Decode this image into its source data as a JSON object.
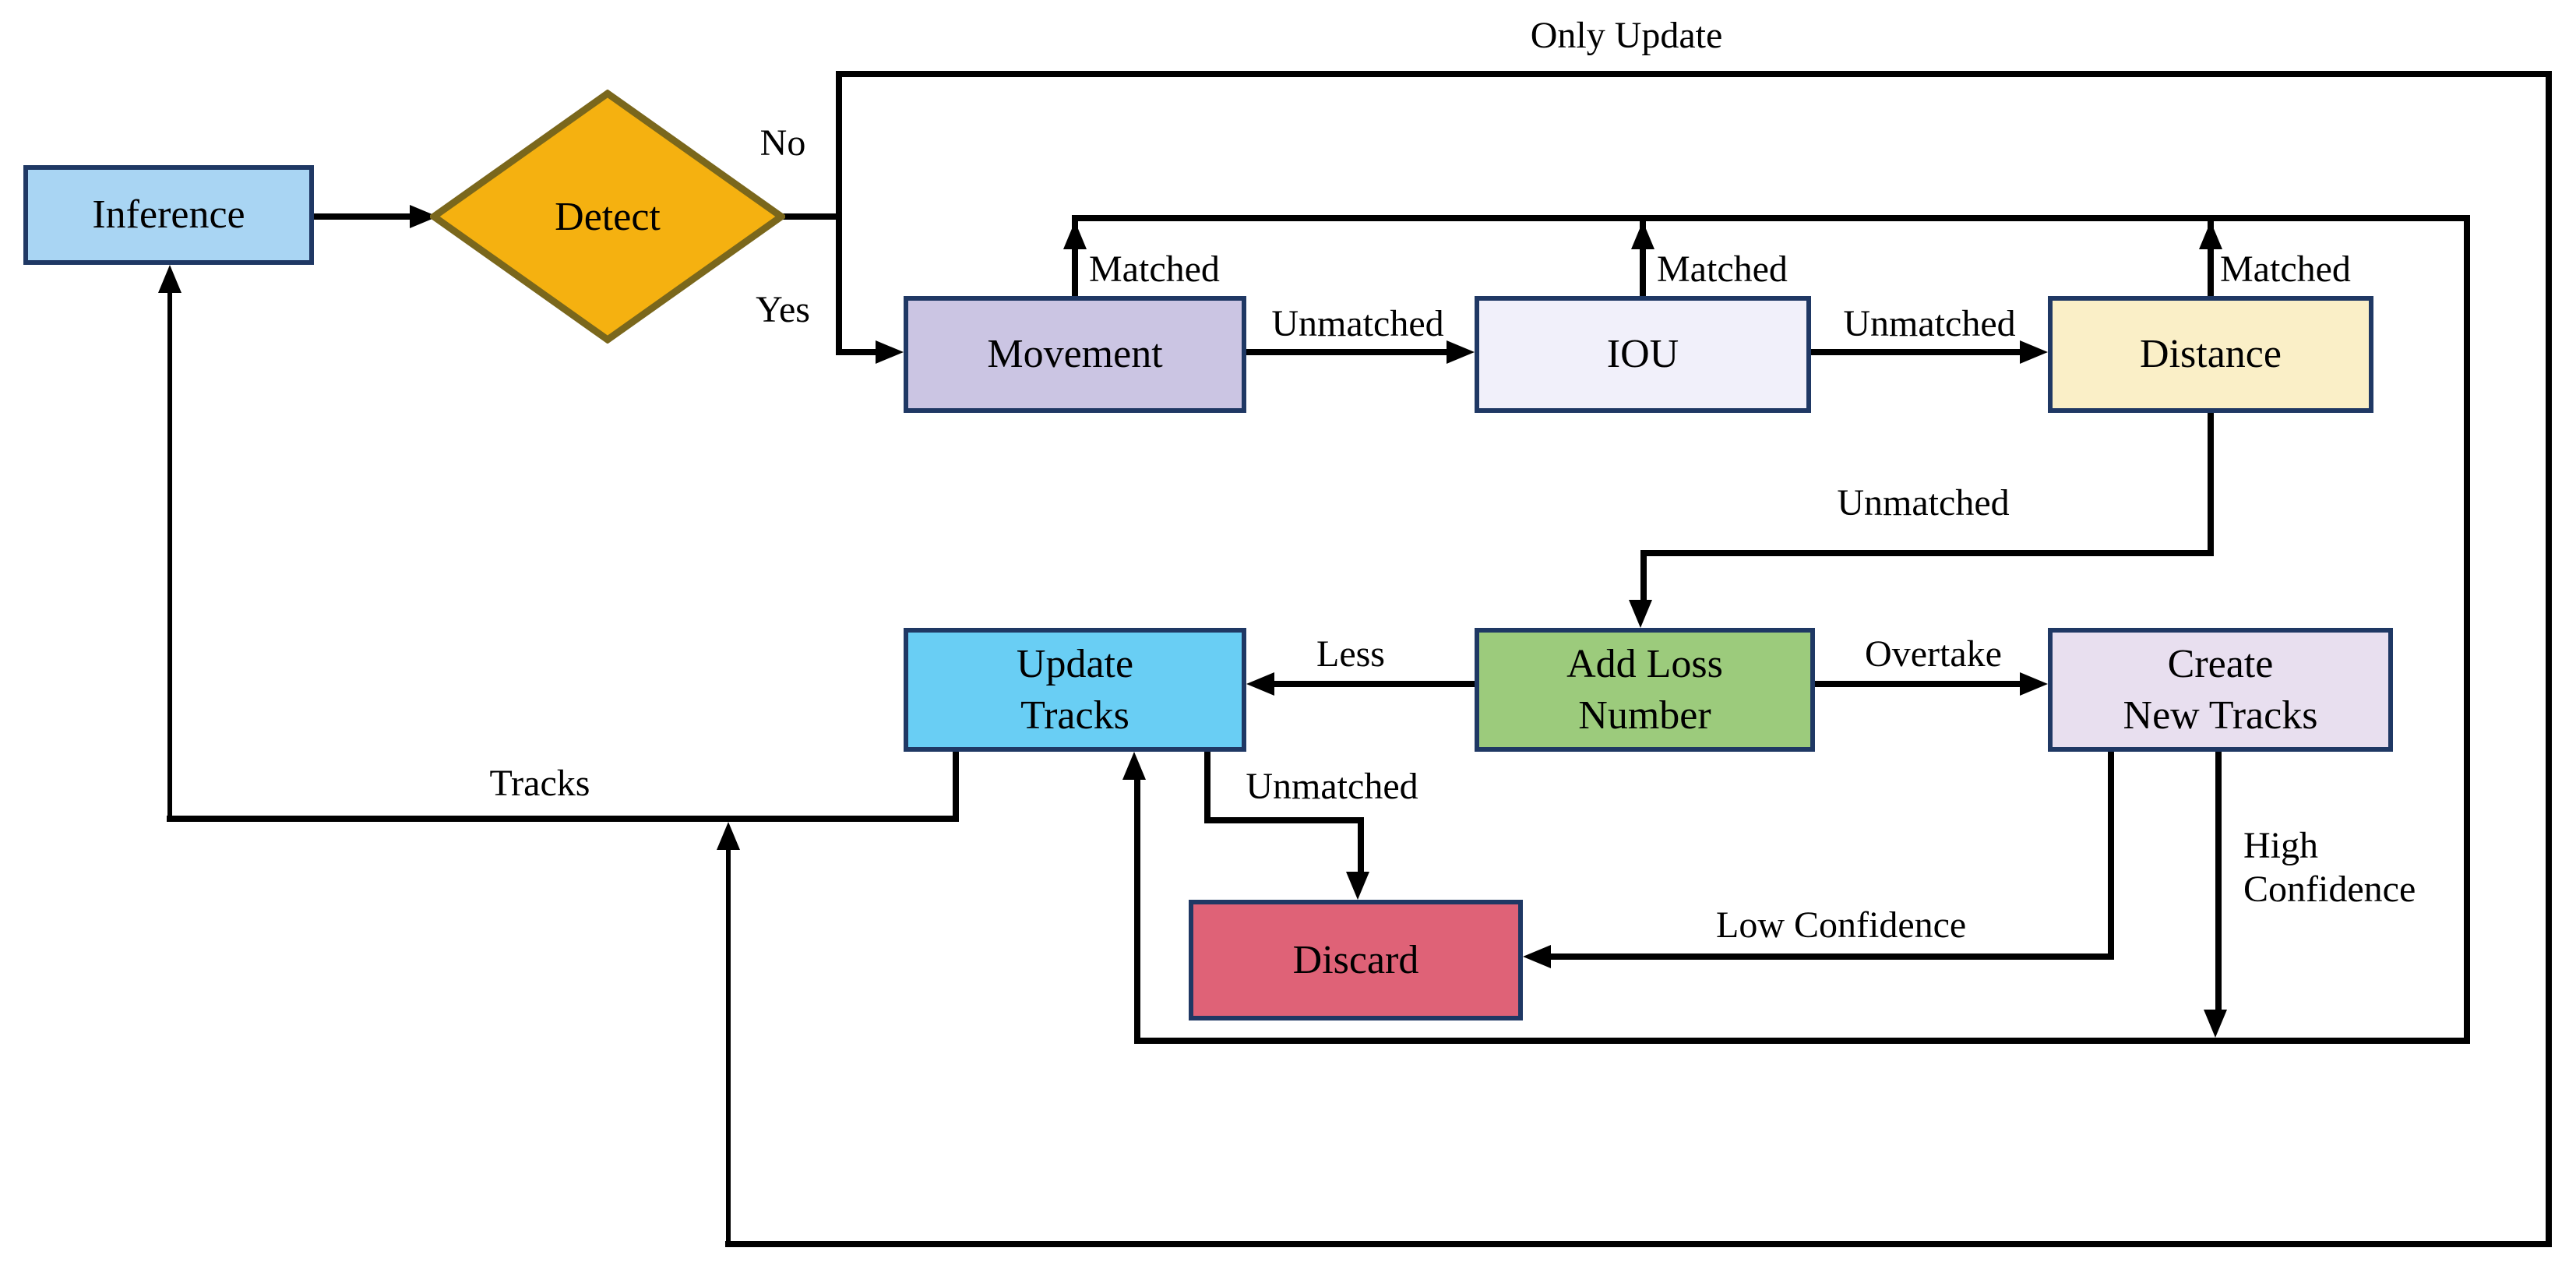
{
  "diagram": {
    "nodes": {
      "inference": {
        "label": "Inference",
        "fill": "#A9D5F3"
      },
      "detect": {
        "label": "Detect",
        "fill": "#F5B110",
        "border": "#7A671C"
      },
      "movement": {
        "label": "Movement",
        "fill": "#CBC5E3"
      },
      "iou": {
        "label": "IOU",
        "fill": "#F1F0FA"
      },
      "distance": {
        "label": "Distance",
        "fill": "#FAEFC7"
      },
      "update_tracks": {
        "line1": "Update",
        "line2": "Tracks",
        "fill": "#69CEF4"
      },
      "add_loss_number": {
        "line1": "Add Loss",
        "line2": "Number",
        "fill": "#9CCB7C"
      },
      "create_new_tracks": {
        "line1": "Create",
        "line2": "New Tracks",
        "fill": "#E8DFEF"
      },
      "discard": {
        "label": "Discard",
        "fill": "#DF6277"
      }
    },
    "edge_labels": {
      "only_update": "Only Update",
      "no": "No",
      "yes": "Yes",
      "matched_movement": "Matched",
      "matched_iou": "Matched",
      "matched_distance": "Matched",
      "unmatched_movement_iou": "Unmatched",
      "unmatched_iou_distance": "Unmatched",
      "unmatched_distance_down": "Unmatched",
      "less": "Less",
      "overtake": "Overtake",
      "unmatched_update_discard": "Unmatched",
      "low_confidence": "Low Confidence",
      "high_confidence_line1": "High",
      "high_confidence_line2": "Confidence",
      "tracks": "Tracks"
    },
    "colors": {
      "line": "#000000",
      "box_border": "#1F3864",
      "detect_border": "#7A671C"
    }
  }
}
